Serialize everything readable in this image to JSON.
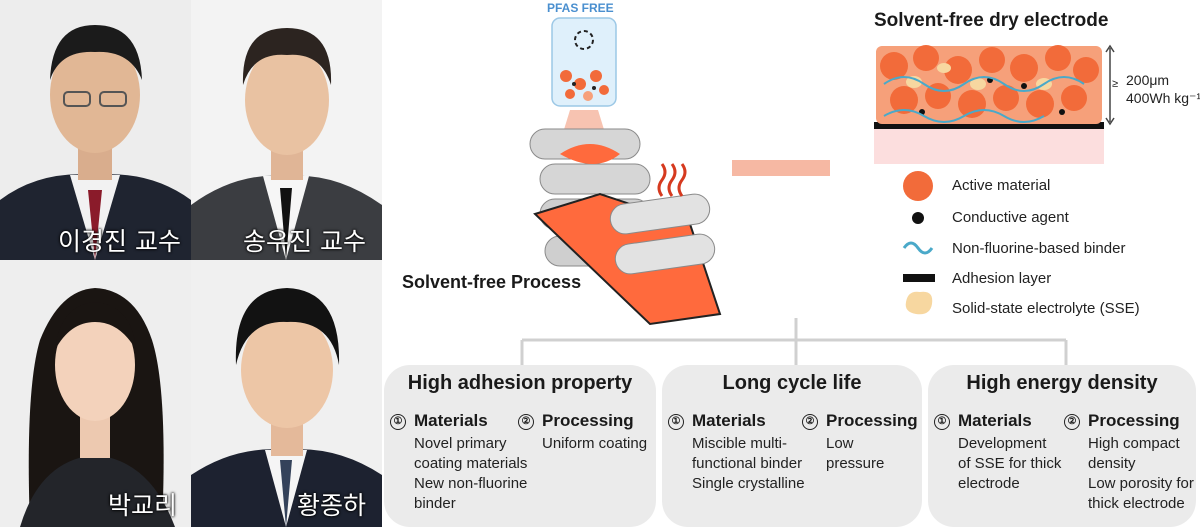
{
  "people": [
    {
      "name": "이경진 교수"
    },
    {
      "name": "송우진 교수"
    },
    {
      "name": "박교리"
    },
    {
      "name": "황종하"
    }
  ],
  "diagram": {
    "pfas_label": "PFAS FREE",
    "process_label": "Solvent-free Process",
    "electrode_title": "Solvent-free dry electrode",
    "spec_symbol": "≥",
    "spec_thickness": "200μm",
    "spec_energy": "400Wh kg⁻¹",
    "legend": [
      {
        "label": "Active material",
        "icon": "active-material-icon"
      },
      {
        "label": "Conductive agent",
        "icon": "conductive-agent-icon"
      },
      {
        "label": "Non-fluorine-based binder",
        "icon": "binder-icon"
      },
      {
        "label": "Adhesion layer",
        "icon": "adhesion-layer-icon"
      },
      {
        "label": "Solid-state electrolyte (SSE)",
        "icon": "sse-icon"
      }
    ],
    "colors": {
      "active": "#f26b3a",
      "accent": "#f4a080",
      "film": "#ff6a3d",
      "sse": "#f7d7a0"
    }
  },
  "cards": [
    {
      "title": "High adhesion property",
      "materials_num": "①",
      "materials_label": "Materials",
      "materials_lines": [
        "Novel primary",
        "coating materials",
        "New non-fluorine",
        "binder"
      ],
      "processing_num": "②",
      "processing_label": "Processing",
      "processing_lines": [
        "Uniform coating"
      ]
    },
    {
      "title": "Long cycle life",
      "materials_num": "①",
      "materials_label": "Materials",
      "materials_lines": [
        "Miscible multi-",
        "functional binder",
        "Single crystalline"
      ],
      "processing_num": "②",
      "processing_label": "Processing",
      "processing_lines": [
        "Low",
        "pressure"
      ]
    },
    {
      "title": "High energy density",
      "materials_num": "①",
      "materials_label": "Materials",
      "materials_lines": [
        "Development",
        "of SSE for thick",
        "electrode"
      ],
      "processing_num": "②",
      "processing_label": "Processing",
      "processing_lines": [
        "High compact",
        "density",
        "Low porosity for",
        "thick electrode"
      ]
    }
  ]
}
